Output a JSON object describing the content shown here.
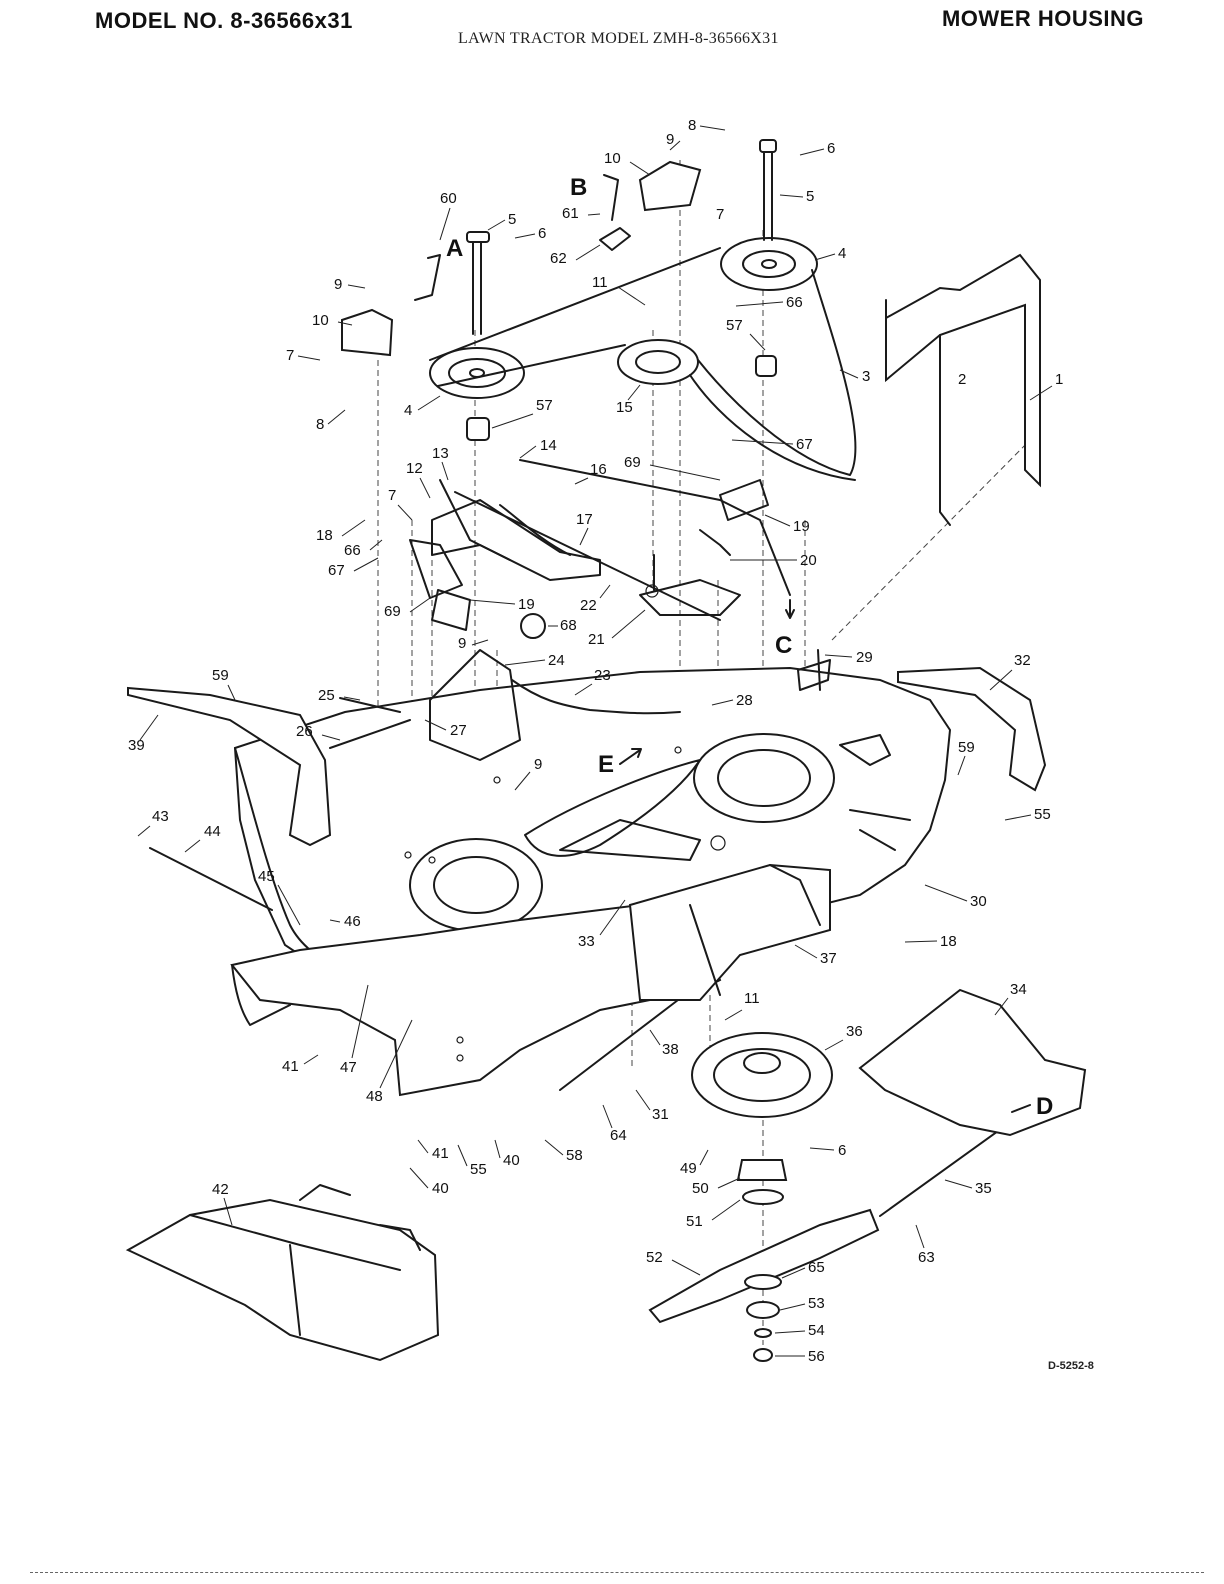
{
  "header": {
    "model_no": "MODEL NO. 8-36566x31",
    "section_title": "MOWER HOUSING",
    "subtitle": "LAWN TRACTOR MODEL ZMH-8-36566X31"
  },
  "diagram_code": "D-5252-8",
  "reference_letters": [
    "A",
    "B",
    "C",
    "D",
    "E"
  ],
  "part_numbers": [
    "1",
    "2",
    "3",
    "4",
    "4",
    "5",
    "5",
    "6",
    "6",
    "6",
    "7",
    "7",
    "7",
    "8",
    "8",
    "9",
    "9",
    "9",
    "9",
    "10",
    "10",
    "11",
    "11",
    "12",
    "13",
    "14",
    "15",
    "16",
    "17",
    "18",
    "18",
    "19",
    "19",
    "20",
    "21",
    "22",
    "23",
    "24",
    "25",
    "26",
    "27",
    "28",
    "29",
    "30",
    "31",
    "32",
    "33",
    "34",
    "35",
    "36",
    "37",
    "38",
    "39",
    "40",
    "40",
    "41",
    "41",
    "42",
    "43",
    "44",
    "45",
    "46",
    "47",
    "48",
    "49",
    "50",
    "51",
    "52",
    "53",
    "54",
    "55",
    "55",
    "56",
    "57",
    "57",
    "58",
    "59",
    "59",
    "60",
    "61",
    "62",
    "63",
    "64",
    "65",
    "66",
    "66",
    "67",
    "67",
    "68",
    "69",
    "69"
  ]
}
